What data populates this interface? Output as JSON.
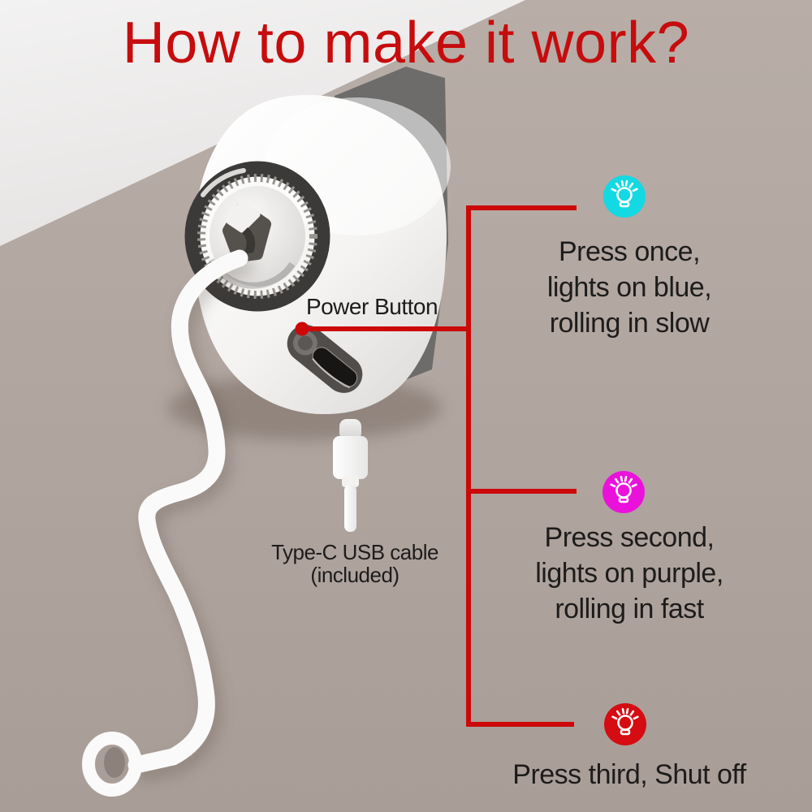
{
  "title": "How to make it work?",
  "annotations": {
    "power_button_label": "Power Button",
    "usb_label_line1": "Type-C USB cable",
    "usb_label_line2": "(included)"
  },
  "steps": [
    {
      "icon": "lightbulb-icon",
      "bulb_color": "#13d9e2",
      "line1": "Press once,",
      "line2": "lights on blue,",
      "line3": "rolling in slow"
    },
    {
      "icon": "lightbulb-icon",
      "bulb_color": "#ea12da",
      "line1": "Press second,",
      "line2": "lights on purple,",
      "line3": "rolling in fast"
    },
    {
      "icon": "lightbulb-icon",
      "bulb_color": "#d50c12",
      "line1": "Press third, Shut off"
    }
  ],
  "colors": {
    "title_red": "#c60c0d",
    "callout_red": "#cc0808",
    "background_taupe": "#b2a7a1",
    "background_light": "#efeeee",
    "wall_dark": "#6e6c6a",
    "text_black": "#1d1c1b",
    "device_white": "#fafafa"
  }
}
